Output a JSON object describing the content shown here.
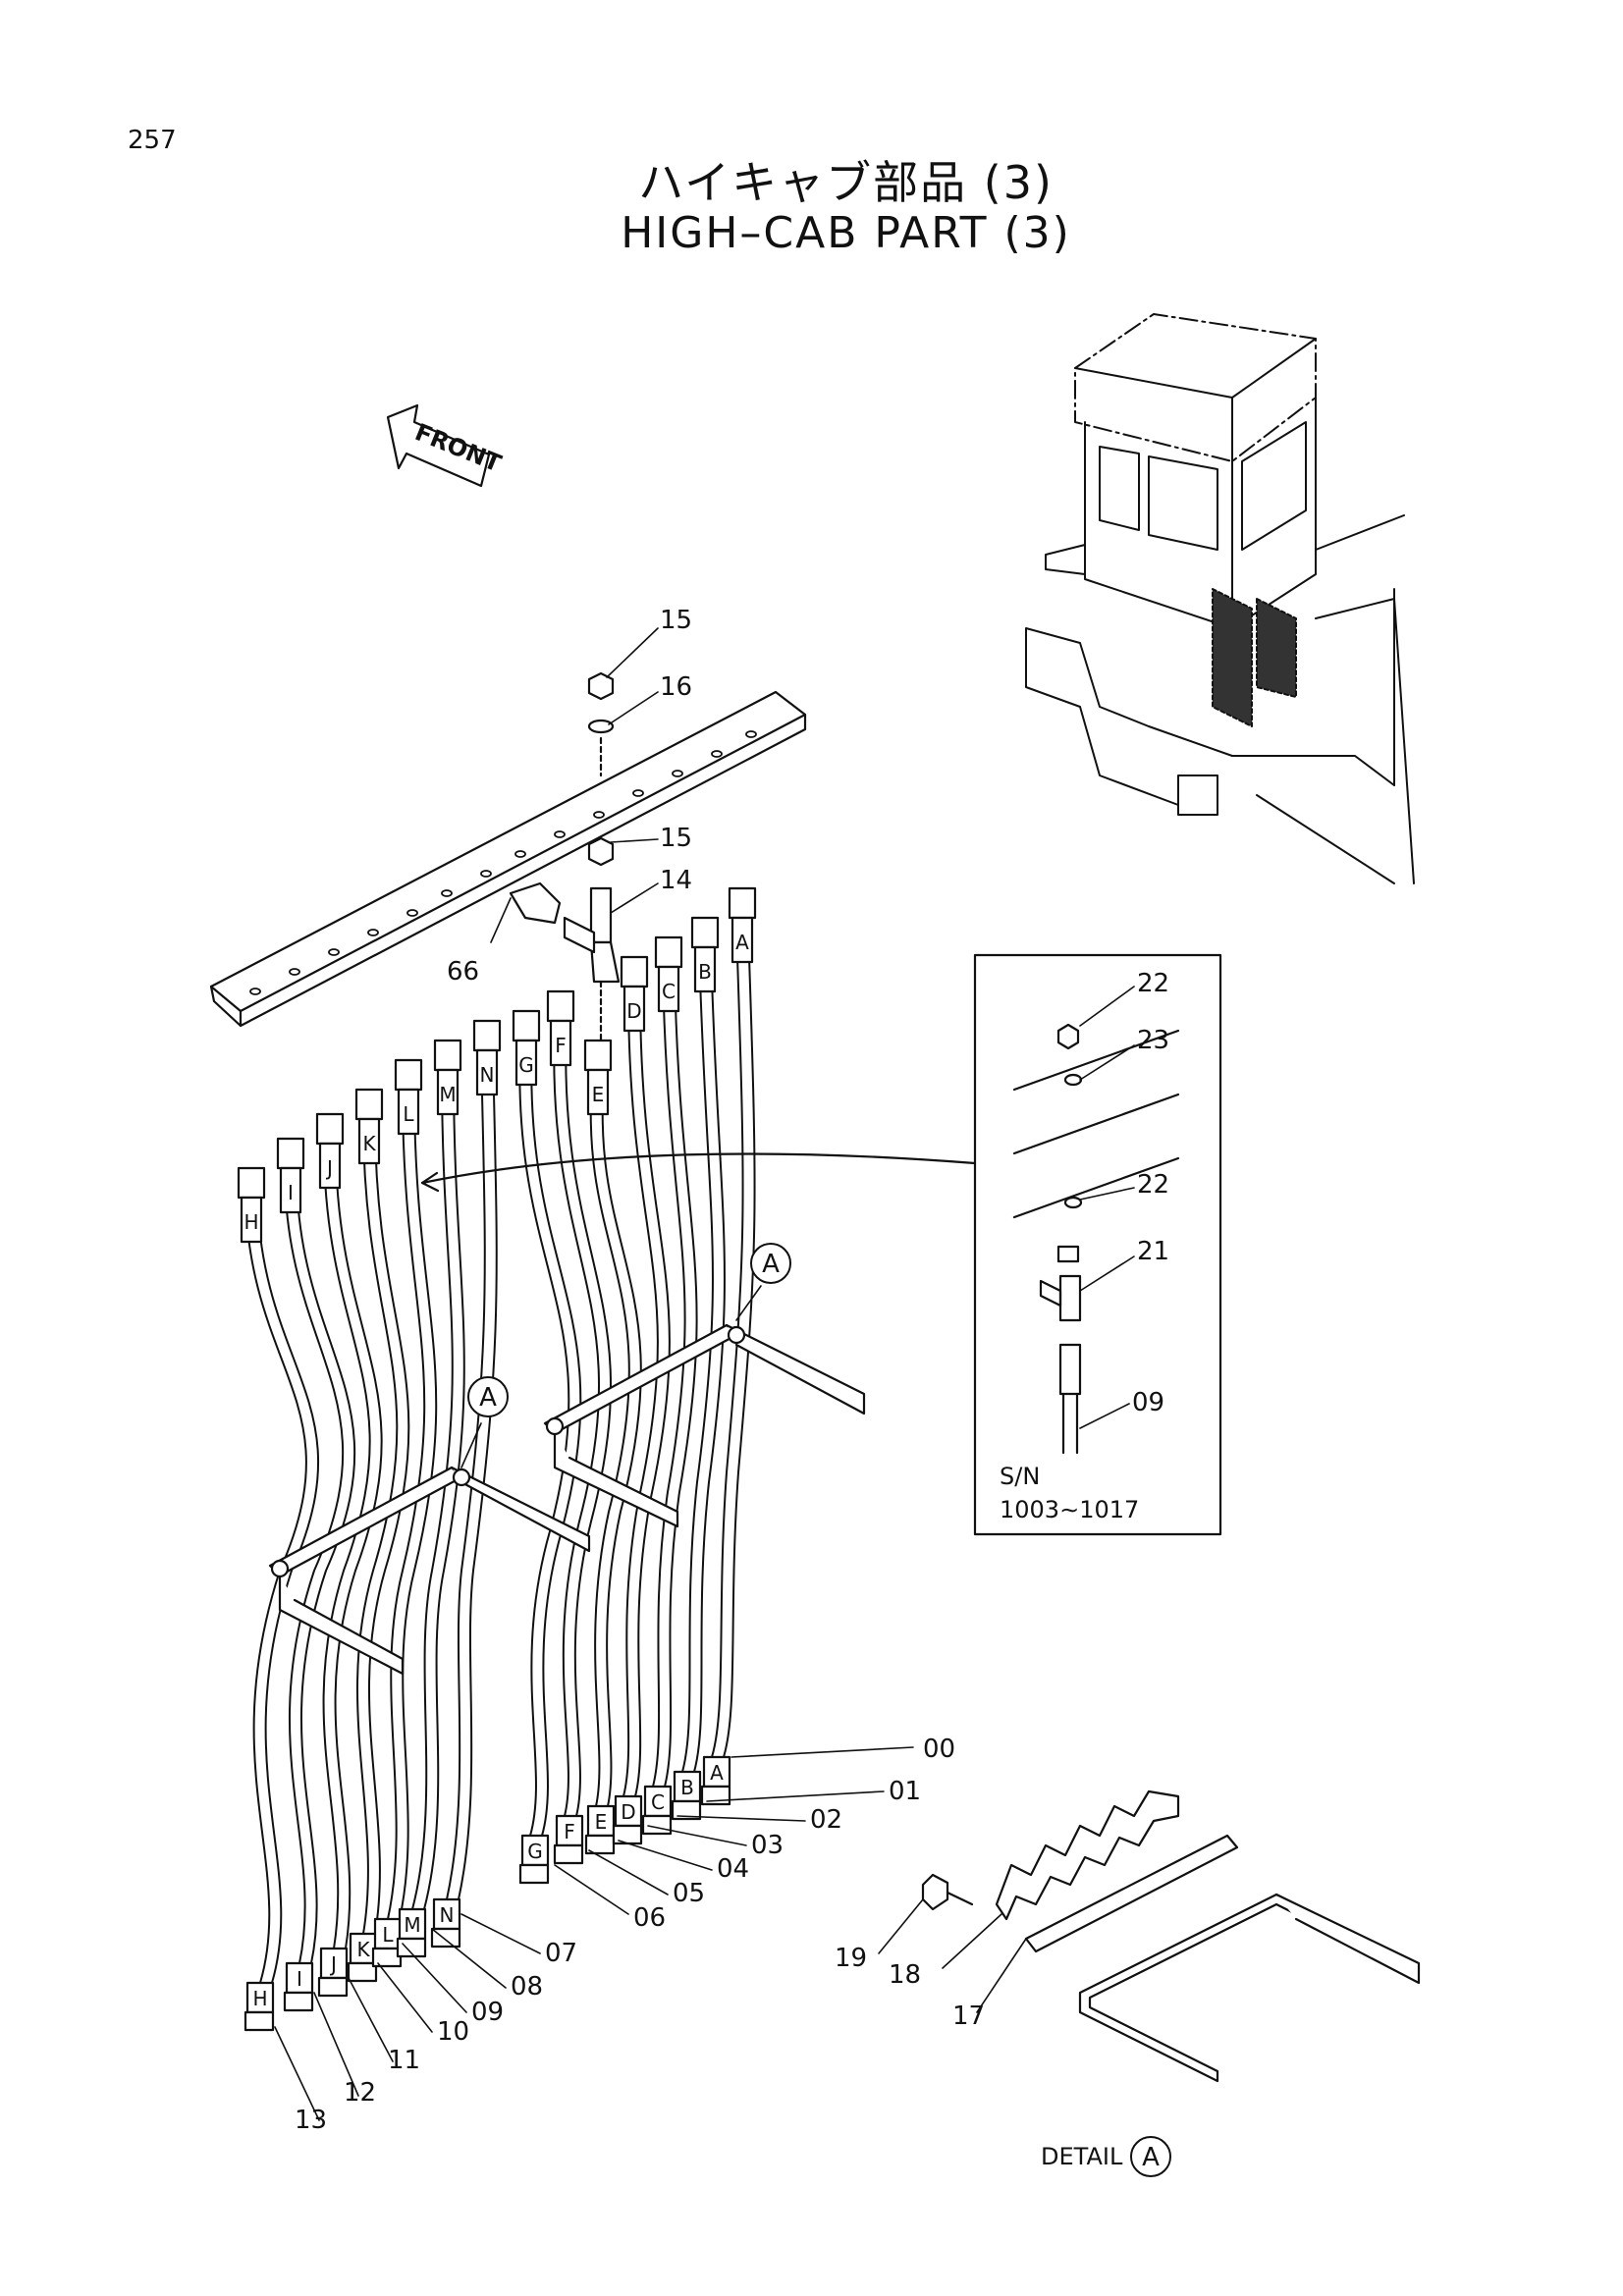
{
  "page_number": "257",
  "title_jp": "ハイキャブ部品 (3)",
  "title_en": "HIGH–CAB PART (3)",
  "front_label": "FRONT",
  "detail_label": "DETAIL",
  "detail_circle": "A",
  "inset": {
    "serial_label": "S/N",
    "serial_range": "1003∼1017",
    "callouts": [
      "22",
      "23",
      "22",
      "21",
      "09"
    ]
  },
  "hose_letters_top": [
    "H",
    "I",
    "J",
    "K",
    "L",
    "M",
    "N",
    "G",
    "F",
    "E",
    "D",
    "C",
    "B",
    "A"
  ],
  "hose_letters_bottom": [
    "H",
    "I",
    "J",
    "K",
    "L",
    "M",
    "N",
    "G",
    "F",
    "E",
    "D",
    "C",
    "B",
    "A"
  ],
  "clamp_labels": [
    "A",
    "A"
  ],
  "callouts": {
    "c15a": "15",
    "c16": "16",
    "c15b": "15",
    "c14": "14",
    "c66": "66",
    "c00": "00",
    "c01": "01",
    "c02": "02",
    "c03": "03",
    "c04": "04",
    "c05": "05",
    "c06": "06",
    "c07": "07",
    "c08": "08",
    "c09": "09",
    "c10": "10",
    "c11": "11",
    "c12": "12",
    "c13": "13",
    "c17": "17",
    "c18": "18",
    "c19": "19"
  }
}
